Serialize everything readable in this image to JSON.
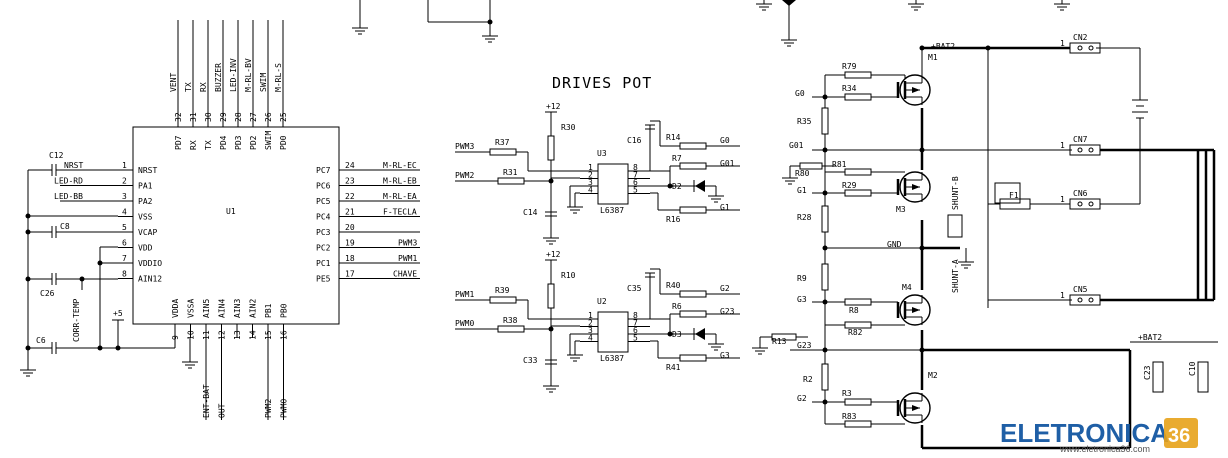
{
  "title": "DRIVES POT",
  "u1": {
    "ref": "U1",
    "left_pins": [
      {
        "num": "1",
        "name": "NRST",
        "net": "NRST"
      },
      {
        "num": "2",
        "name": "PA1",
        "net": "LED-RD"
      },
      {
        "num": "3",
        "name": "PA2",
        "net": "LED-BB"
      },
      {
        "num": "4",
        "name": "VSS",
        "net": ""
      },
      {
        "num": "5",
        "name": "VCAP",
        "net": ""
      },
      {
        "num": "6",
        "name": "VDD",
        "net": ""
      },
      {
        "num": "7",
        "name": "VDDIO",
        "net": ""
      },
      {
        "num": "8",
        "name": "AIN12",
        "net": ""
      }
    ],
    "right_pins": [
      {
        "num": "24",
        "name": "PC7",
        "net": "M-RL-EC"
      },
      {
        "num": "23",
        "name": "PC6",
        "net": "M-RL-EB"
      },
      {
        "num": "22",
        "name": "PC5",
        "net": "M-RL-EA"
      },
      {
        "num": "21",
        "name": "PC4",
        "net": "F-TECLA"
      },
      {
        "num": "20",
        "name": "PC3",
        "net": ""
      },
      {
        "num": "19",
        "name": "PC2",
        "net": "PWM3"
      },
      {
        "num": "18",
        "name": "PC1",
        "net": "PWM1"
      },
      {
        "num": "17",
        "name": "PE5",
        "net": "CHAVE"
      }
    ],
    "top_pins": [
      {
        "num": "32",
        "name": "PD7",
        "net": "VENT"
      },
      {
        "num": "31",
        "name": "RX",
        "net": "TX"
      },
      {
        "num": "30",
        "name": "TX",
        "net": "RX"
      },
      {
        "num": "29",
        "name": "PD4",
        "net": "BUZZER"
      },
      {
        "num": "28",
        "name": "PD3",
        "net": "LED-INV"
      },
      {
        "num": "27",
        "name": "PD2",
        "net": "M-RL-BV"
      },
      {
        "num": "26",
        "name": "SWIM",
        "net": "SWIM"
      },
      {
        "num": "25",
        "name": "PD0",
        "net": "M-RL-S"
      }
    ],
    "bottom_pins": [
      {
        "num": "9",
        "name": "VDDA",
        "net": ""
      },
      {
        "num": "10",
        "name": "VSSA",
        "net": ""
      },
      {
        "num": "11",
        "name": "AIN5",
        "net": "ENT-BAT"
      },
      {
        "num": "12",
        "name": "AIN4",
        "net": "OUT"
      },
      {
        "num": "13",
        "name": "AIN3",
        "net": ""
      },
      {
        "num": "14",
        "name": "AIN2",
        "net": ""
      },
      {
        "num": "15",
        "name": "PB1",
        "net": "PWM2"
      },
      {
        "num": "16",
        "name": "PB0",
        "net": "PWM0"
      }
    ]
  },
  "left_parts": {
    "c12": "C12",
    "c8": "C8",
    "c26": "C26",
    "c6": "C6",
    "corr_temp": "CORR-TEMP",
    "plus5": "+5"
  },
  "drivers": [
    {
      "ref": "U3",
      "chip": "L6387",
      "supply": "+12",
      "rin": "R30",
      "in_a": "PWM3",
      "r_a": "R37",
      "in_b": "PWM2",
      "r_b": "R31",
      "cap_top": "C16",
      "cap_bottom": "C14",
      "r_hi": "R14",
      "out_hi": "G0",
      "r_mid": "R7",
      "out_mid": "G01",
      "diode": "D2",
      "r_lo": "R16",
      "out_lo": "G1",
      "pins_left": [
        "1",
        "2",
        "3",
        "4"
      ],
      "pins_right": [
        "8",
        "7",
        "6",
        "5"
      ]
    },
    {
      "ref": "U2",
      "chip": "L6387",
      "supply": "+12",
      "rin": "R10",
      "in_a": "PWM1",
      "r_a": "R39",
      "in_b": "PWM0",
      "r_b": "R38",
      "cap_top": "C35",
      "cap_bottom": "C33",
      "r_hi": "R40",
      "out_hi": "G2",
      "r_mid": "R6",
      "out_mid": "G23",
      "diode": "D3",
      "r_lo": "R41",
      "out_lo": "G3",
      "pins_left": [
        "1",
        "2",
        "3",
        "4"
      ],
      "pins_right": [
        "8",
        "7",
        "6",
        "5"
      ]
    }
  ],
  "bridge": {
    "nets": {
      "g0": "G0",
      "g01": "G01",
      "g1": "G1",
      "gnd": "GND",
      "g3": "G3",
      "g23": "G23",
      "g2": "G2",
      "bat": "+BAT2"
    },
    "resistors": {
      "r79": "R79",
      "r34": "R34",
      "r35": "R35",
      "r81": "R81",
      "r80": "R80",
      "r29": "R29",
      "r28": "R28",
      "r9": "R9",
      "r8": "R8",
      "r82": "R82",
      "r13": "R13",
      "r2": "R2",
      "r3": "R3",
      "r83": "R83"
    },
    "mosfets": {
      "m1": "M1",
      "m3": "M3",
      "m4": "M4",
      "m2": "M2"
    },
    "shunts": {
      "a": "SHUNT-A",
      "b": "SHUNT-B"
    },
    "fuse": "F1",
    "connectors": [
      {
        "ref": "CN2",
        "pin": "1"
      },
      {
        "ref": "CN7",
        "pin": "1"
      },
      {
        "ref": "CN6",
        "pin": "1"
      },
      {
        "ref": "CN5",
        "pin": "1"
      }
    ],
    "caps": {
      "c23": "C23",
      "c10": "C10",
      "bat2": "+BAT2"
    }
  },
  "watermark": {
    "brand": "ELETRONICA",
    "brand_suffix": "36",
    "url": "www.eletronica36.com"
  }
}
